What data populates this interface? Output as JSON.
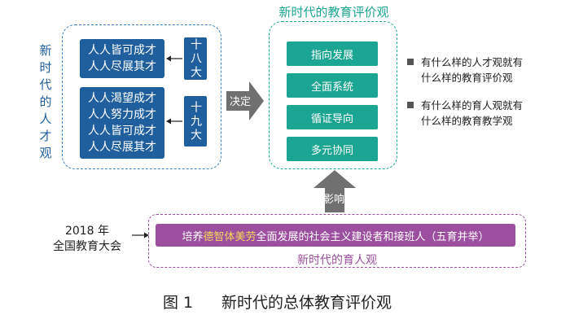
{
  "left": {
    "vertical_title": "新时代的人才观",
    "box1_lines": [
      "人人皆可成才",
      "人人尽展其才"
    ],
    "box2_lines": [
      "人人渴望成才",
      "人人努力成才",
      "人人皆可成才",
      "人人尽展其才"
    ],
    "congress1": "十八大",
    "congress2": "十九大"
  },
  "decide_arrow_label": "决定",
  "right": {
    "title": "新时代的教育评价观",
    "items": [
      "指向发展",
      "全面系统",
      "循证导向",
      "多元协同"
    ]
  },
  "influence_arrow_label": "影响",
  "bullets": [
    [
      "有什么样的人才观就有",
      "什么样的教育评价观"
    ],
    [
      "有什么样的育人观就有",
      "什么样的教育教学观"
    ]
  ],
  "conference": {
    "line1": "2018 年",
    "line2": "全国教育大会"
  },
  "bottom": {
    "bar_pre": "培养",
    "bar_highlight": "德智体美劳",
    "bar_post": "全面发展的社会主义建设者和接班人（五育并举）",
    "label": "新时代的育人观"
  },
  "caption": {
    "figure_no": "图 1",
    "title": "新时代的总体教育评价观"
  },
  "colors": {
    "blue": "#1f5f9e",
    "teal": "#1ca592",
    "purple": "#9b4f9e",
    "highlight": "#f5d65c",
    "arrow_gray": "#707070"
  }
}
